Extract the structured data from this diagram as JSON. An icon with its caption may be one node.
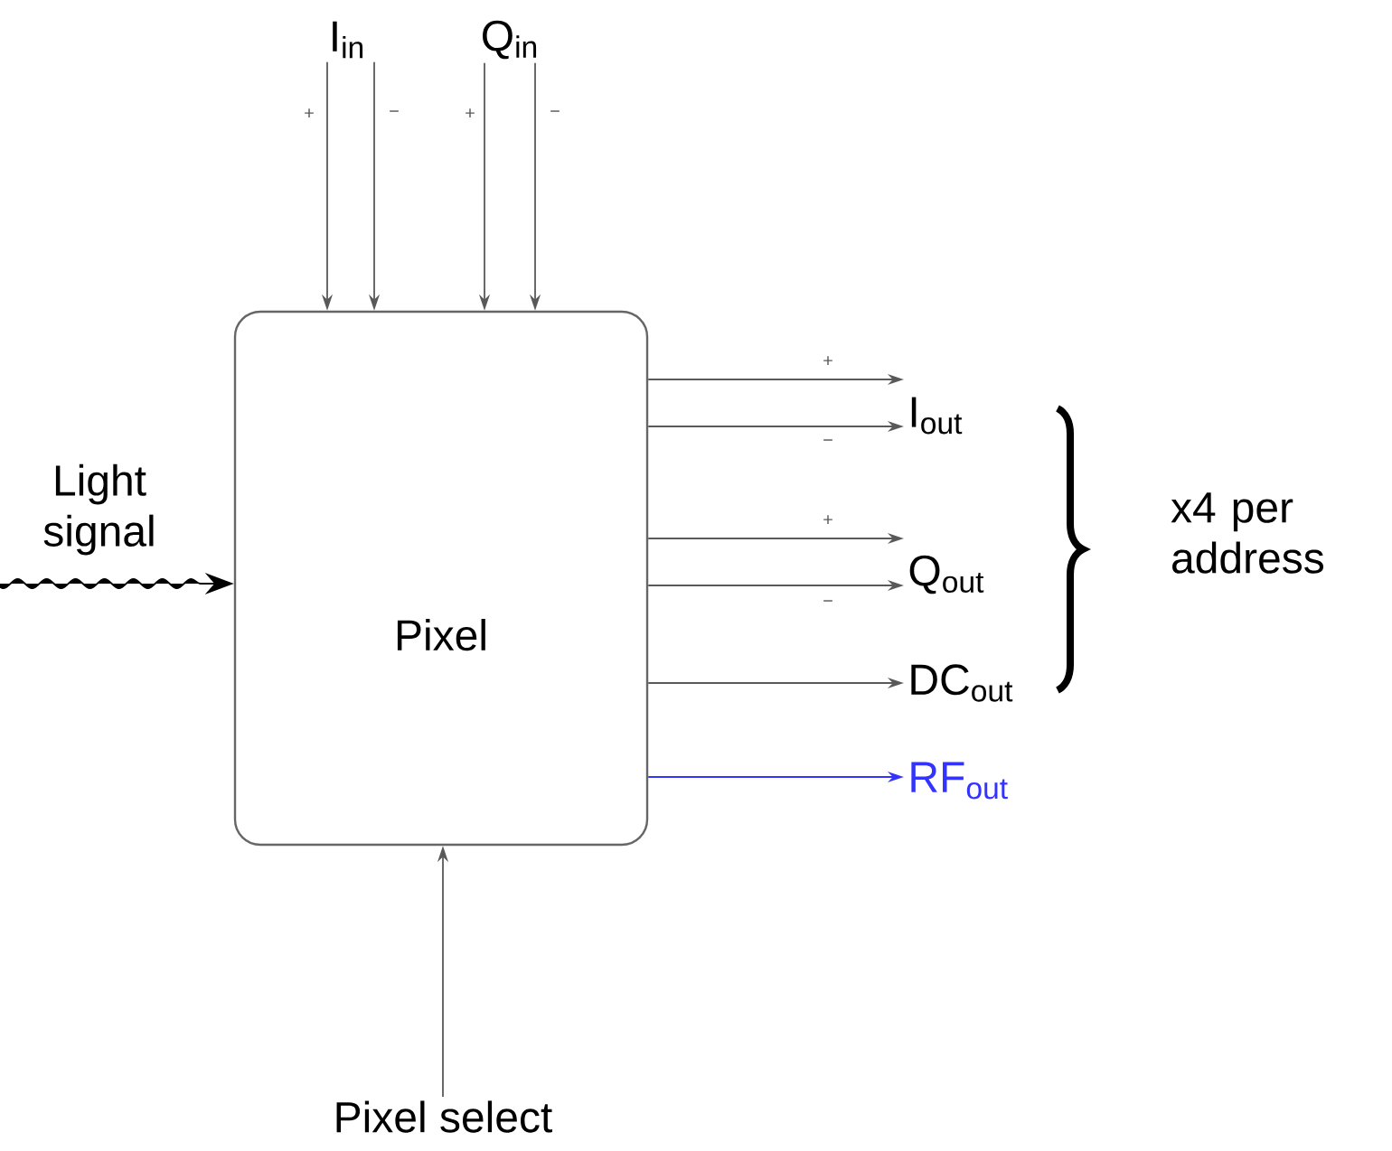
{
  "diagram": {
    "nodes": [
      {
        "text": [
          "Pixel"
        ]
      },
      {
        "text": [
          "I$_{in}$"
        ]
      },
      {
        "text": [
          "Q$_{in}$"
        ]
      },
      {
        "text": [
          "I$_{out}$"
        ]
      },
      {
        "text": [
          "Q$_{out}$"
        ]
      },
      {
        "text": [
          "DC$_{out}$"
        ]
      },
      {
        "text": [
          "RF$_{out}$"
        ]
      },
      {
        "text": [
          "Light signal"
        ]
      },
      {
        "text": [
          "Pixel select"
        ]
      }
    ],
    "edges": [
      {
        "from": 1,
        "to": 0,
        "arrow": "to",
        "label": "+"
      },
      {
        "from": 1,
        "to": 0,
        "arrow": "to",
        "label": "−"
      },
      {
        "from": 2,
        "to": 0,
        "arrow": "to",
        "label": "+"
      },
      {
        "from": 2,
        "to": 0,
        "arrow": "to",
        "label": "−"
      },
      {
        "from": 0,
        "to": 3,
        "arrow": "to",
        "label": "+"
      },
      {
        "from": 0,
        "to": 3,
        "arrow": "to",
        "label": "−"
      },
      {
        "from": 0,
        "to": 4,
        "arrow": "to",
        "label": "+"
      },
      {
        "from": 0,
        "to": 4,
        "arrow": "to",
        "label": "−"
      },
      {
        "from": 0,
        "to": 5,
        "arrow": "to"
      },
      {
        "from": 0,
        "to": 6,
        "arrow": "to",
        "color": "#3333ff"
      },
      {
        "from": 7,
        "to": 0,
        "arrow": "to",
        "color": "#000000"
      },
      {
        "from": 8,
        "to": 0,
        "arrow": "to"
      }
    ],
    "labels": [
      "x4 per address"
    ]
  }
}
